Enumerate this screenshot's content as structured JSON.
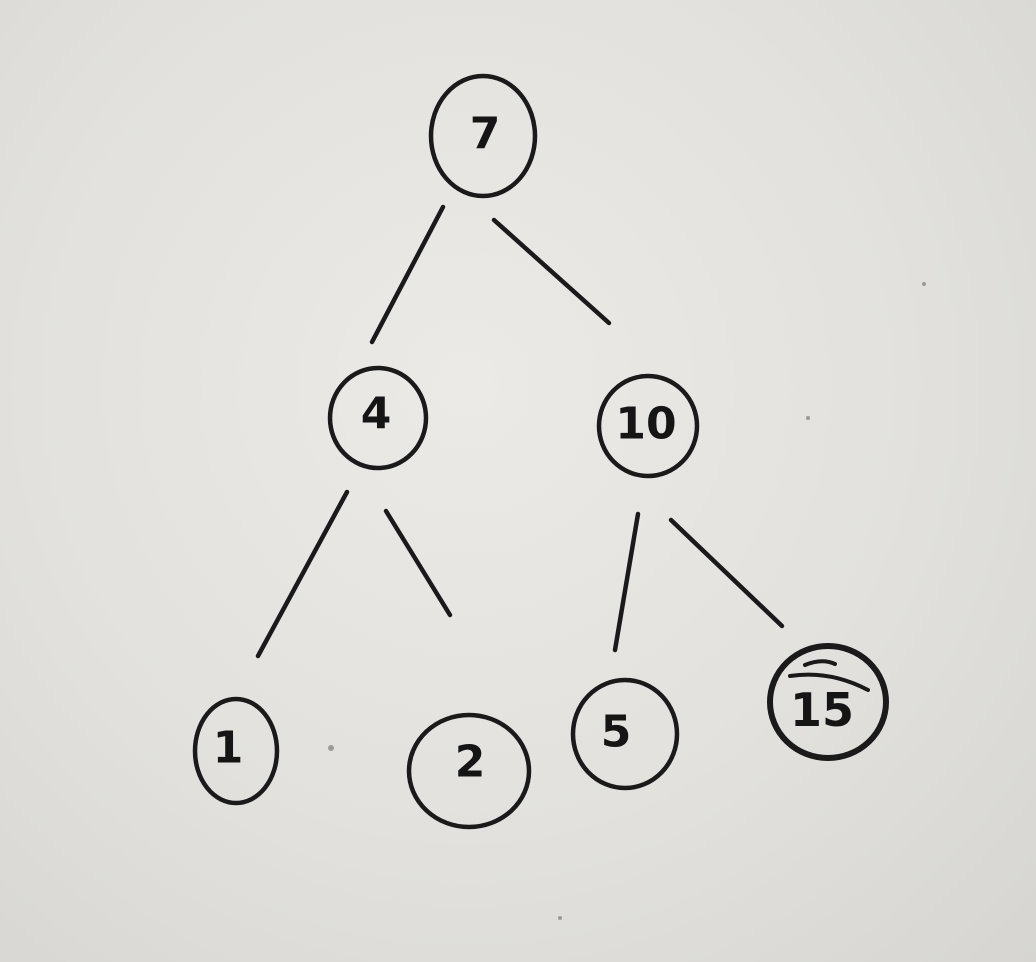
{
  "tree": {
    "nodes": [
      {
        "id": "n7",
        "label": "7"
      },
      {
        "id": "n4",
        "label": "4"
      },
      {
        "id": "n10",
        "label": "10"
      },
      {
        "id": "n1",
        "label": "1"
      },
      {
        "id": "n2",
        "label": "2"
      },
      {
        "id": "n5",
        "label": "5"
      },
      {
        "id": "n15",
        "label": "15"
      }
    ],
    "edges": [
      {
        "from": "n7",
        "to": "n4"
      },
      {
        "from": "n7",
        "to": "n10"
      },
      {
        "from": "n4",
        "to": "n1"
      },
      {
        "from": "n4",
        "to": "n2"
      },
      {
        "from": "n10",
        "to": "n5"
      },
      {
        "from": "n10",
        "to": "n15"
      }
    ],
    "colors": {
      "ink": "#1a1a1a",
      "paper": "#e4e3df"
    }
  }
}
